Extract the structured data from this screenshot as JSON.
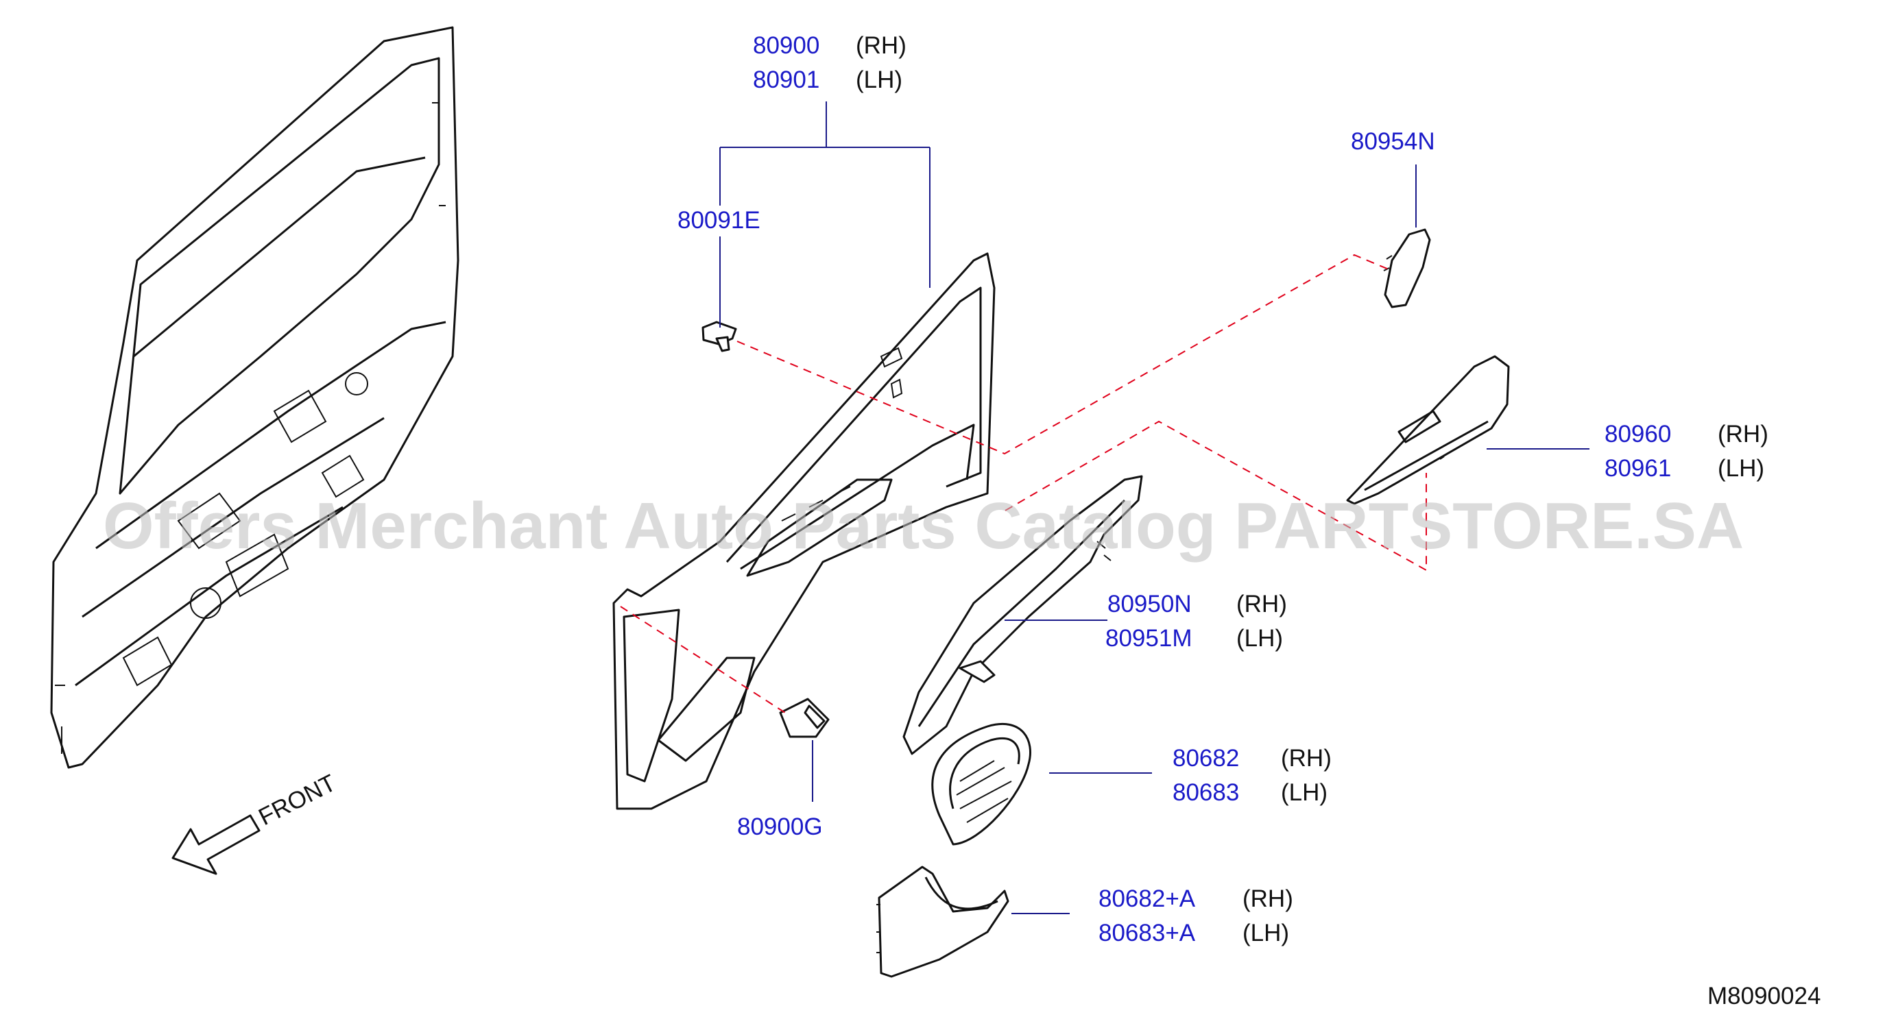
{
  "callouts": [
    {
      "part": "80900",
      "side": "(RH)"
    },
    {
      "part": "80901",
      "side": "(LH)"
    },
    {
      "part": "80091E",
      "side": ""
    },
    {
      "part": "80954N",
      "side": ""
    },
    {
      "part": "80960",
      "side": "(RH)"
    },
    {
      "part": "80961",
      "side": "(LH)"
    },
    {
      "part": "80950N",
      "side": "(RH)"
    },
    {
      "part": "80951M",
      "side": "(LH)"
    },
    {
      "part": "80682",
      "side": "(RH)"
    },
    {
      "part": "80683",
      "side": "(LH)"
    },
    {
      "part": "80900G",
      "side": ""
    },
    {
      "part": "80682+A",
      "side": "(RH)"
    },
    {
      "part": "80683+A",
      "side": "(LH)"
    }
  ],
  "front_label": "FRONT",
  "diagram_code": "M8090024",
  "watermark": "Offers Merchant Auto Parts Catalog PARTSTORE.SA",
  "colors": {
    "part_number": "#1a1ac8",
    "leader": "#1a1a8a",
    "dashed": "#e0001a",
    "ink": "#111111"
  }
}
